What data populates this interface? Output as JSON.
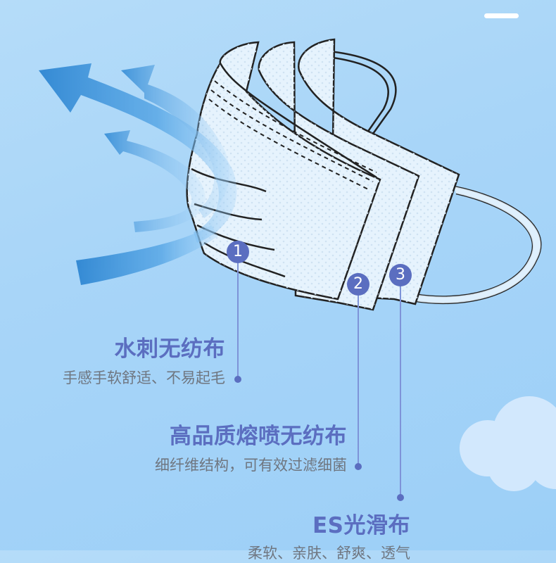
{
  "top_indicator": {
    "icon": "minus-bar"
  },
  "layers": [
    {
      "number": "1",
      "title": "水刺无纺布",
      "description": "手感手软舒适、不易起毛"
    },
    {
      "number": "2",
      "title": "高品质熔喷无纺布",
      "description": "细纤维结构，可有效过滤细菌"
    },
    {
      "number": "3",
      "title": "ES光滑布",
      "description": "柔软、亲肤、舒爽、透气"
    }
  ],
  "colors": {
    "background": "#a8d5f8",
    "accent": "#5b6ec0",
    "description_text": "#6f7680",
    "arrow_blue": "#3a8fd6",
    "mask_fill": "#e6f3fd",
    "cloud": "#d2e8fd"
  }
}
